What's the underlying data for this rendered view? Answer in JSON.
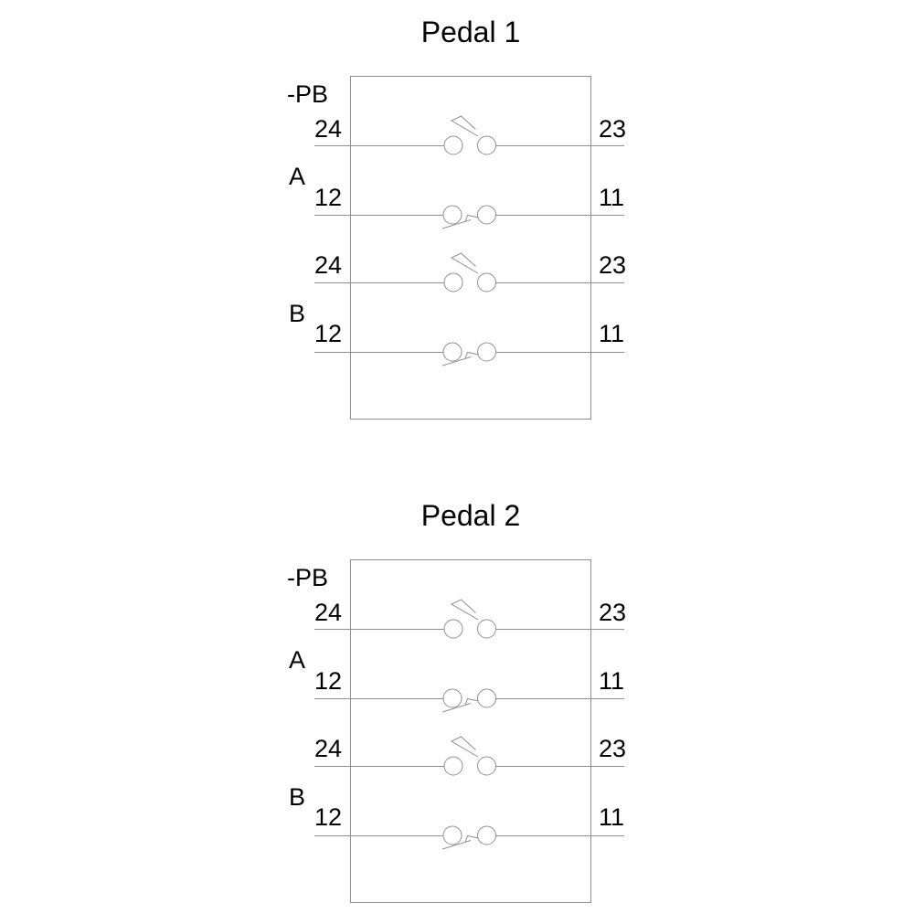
{
  "colors": {
    "line": "#8f8f8f",
    "text": "#000000",
    "background": "#ffffff"
  },
  "pedals": [
    {
      "title": "Pedal 1",
      "device_tag": "-PB",
      "sections": [
        {
          "label": "A",
          "rows": [
            {
              "type": "NO",
              "left_terminal": "24",
              "right_terminal": "23"
            },
            {
              "type": "NC",
              "left_terminal": "12",
              "right_terminal": "11"
            }
          ]
        },
        {
          "label": "B",
          "rows": [
            {
              "type": "NO",
              "left_terminal": "24",
              "right_terminal": "23"
            },
            {
              "type": "NC",
              "left_terminal": "12",
              "right_terminal": "11"
            }
          ]
        }
      ]
    },
    {
      "title": "Pedal 2",
      "device_tag": "-PB",
      "sections": [
        {
          "label": "A",
          "rows": [
            {
              "type": "NO",
              "left_terminal": "24",
              "right_terminal": "23"
            },
            {
              "type": "NC",
              "left_terminal": "12",
              "right_terminal": "11"
            }
          ]
        },
        {
          "label": "B",
          "rows": [
            {
              "type": "NO",
              "left_terminal": "24",
              "right_terminal": "23"
            },
            {
              "type": "NC",
              "left_terminal": "12",
              "right_terminal": "11"
            }
          ]
        }
      ]
    }
  ]
}
